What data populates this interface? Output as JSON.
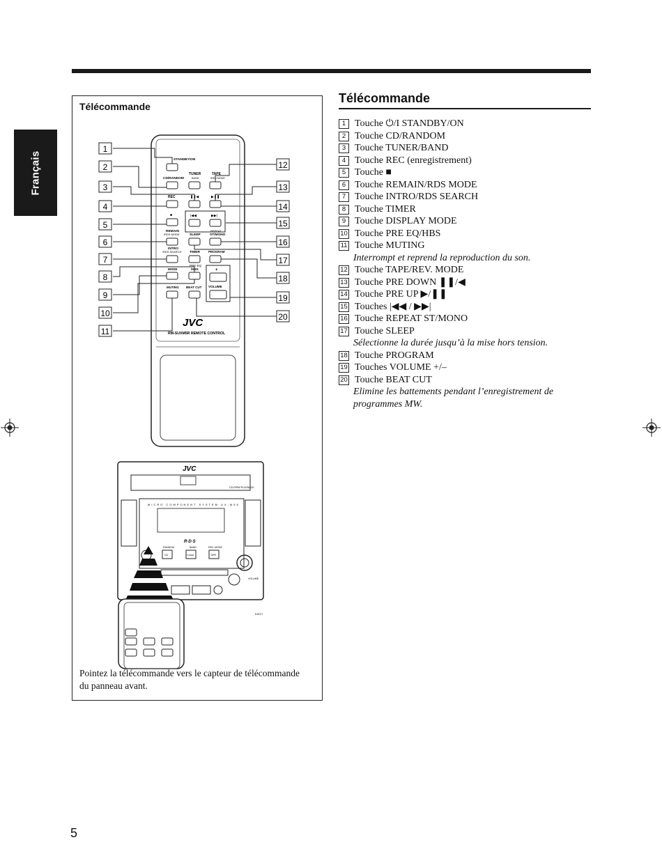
{
  "side_tab": "Français",
  "left_panel": {
    "title": "Télécommande",
    "caption": "Pointez la télécommande vers le capteur de télécommande du panneau avant."
  },
  "remote": {
    "brand": "JVC",
    "model": "RM-SUXM5R REMOTE CONTROL",
    "buttons": {
      "standby": "STANDBY/ON",
      "cd": "CD/RANDOM",
      "tuner": "TUNER",
      "tuner_sub": "BAND",
      "tape": "TAPE",
      "tape_sub": "/REV.MODE",
      "rec": "REC",
      "remain": "REMAIN",
      "remain_sub": "/RDS MODE",
      "sleep": "SLEEP",
      "repeat": "REPEAT",
      "repeat_sub": "ST/MONO",
      "intro": "INTRO",
      "intro_sub": "/RDS SEARCH",
      "timer": "TIMER",
      "program": "PROGRAM",
      "mode": "MODE",
      "pre_eq": "PRE EQ",
      "pre_eq_sub": "/HBS",
      "volume": "VOLUME",
      "muting": "MUTING",
      "beat_cut": "BEAT CUT"
    }
  },
  "unit": {
    "brand": "JVC",
    "deck_label": "CD-R/RW PLAYBACK",
    "system_label": "MICRO COMPONENT SYSTEM UX-M55",
    "rds_label": "R·D·S",
    "random": "RANDOM",
    "band": "BAND",
    "rev_mode": "REV. MODE",
    "cd": "CD",
    "tuner": "TUNER",
    "tape": "TAPE",
    "volume": "VOLUME",
    "eject": "EJECT"
  },
  "callouts": [
    "1",
    "2",
    "3",
    "4",
    "5",
    "6",
    "7",
    "8",
    "9",
    "10",
    "11",
    "12",
    "13",
    "14",
    "15",
    "16",
    "17",
    "18",
    "19",
    "20"
  ],
  "right_panel": {
    "title": "Télécommande",
    "items": [
      {
        "num": "1",
        "text": "Touche ⏻/I STANDBY/ON"
      },
      {
        "num": "2",
        "text": "Touche CD/RANDOM"
      },
      {
        "num": "3",
        "text": "Touche TUNER/BAND"
      },
      {
        "num": "4",
        "text": "Touche REC (enregistrement)"
      },
      {
        "num": "5",
        "text": "Touche ■"
      },
      {
        "num": "6",
        "text": "Touche REMAIN/RDS MODE"
      },
      {
        "num": "7",
        "text": "Touche INTRO/RDS SEARCH"
      },
      {
        "num": "8",
        "text": "Touche TIMER"
      },
      {
        "num": "9",
        "text": "Touche DISPLAY MODE"
      },
      {
        "num": "10",
        "text": "Touche PRE EQ/HBS"
      },
      {
        "num": "11",
        "text": "Touche MUTING",
        "note": "Interrompt et reprend la reproduction du son."
      },
      {
        "num": "12",
        "text": "Touche TAPE/REV. MODE"
      },
      {
        "num": "13",
        "text": "Touche PRE DOWN ❚❚/◀"
      },
      {
        "num": "14",
        "text": "Touche PRE UP ▶/❚❚"
      },
      {
        "num": "15",
        "text": "Touches |◀◀ / ▶▶|"
      },
      {
        "num": "16",
        "text": "Touche REPEAT ST/MONO"
      },
      {
        "num": "17",
        "text": "Touche SLEEP",
        "note": "Sélectionne la durée jusqu’à la mise hors tension."
      },
      {
        "num": "18",
        "text": "Touche PROGRAM"
      },
      {
        "num": "19",
        "text": "Touches VOLUME +/–"
      },
      {
        "num": "20",
        "text": "Touche BEAT CUT",
        "note": "Elimine les battements pendant l’enregistrement de programmes MW."
      }
    ]
  },
  "page_number": "5"
}
